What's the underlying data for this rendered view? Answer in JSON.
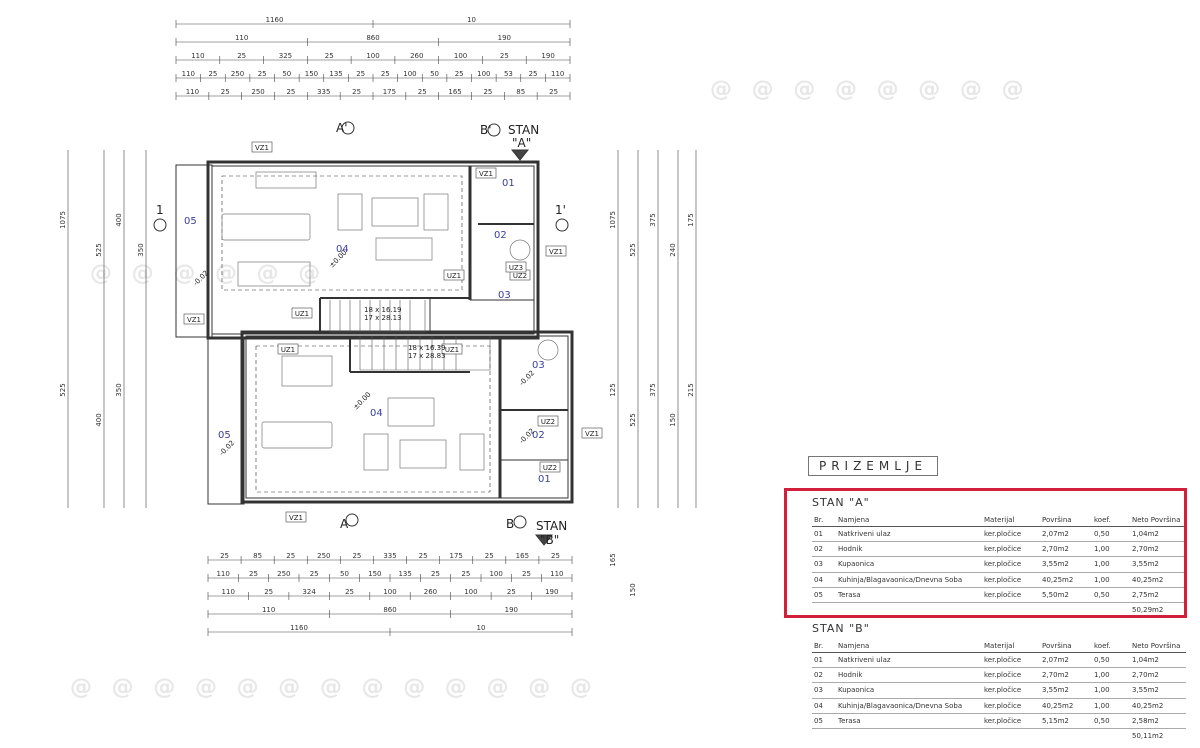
{
  "plan": {
    "top_dims": {
      "row1": [
        "1160",
        "10"
      ],
      "row2": [
        "110",
        "860",
        "190"
      ],
      "row3": [
        "110",
        "25",
        "325",
        "25",
        "100",
        "260",
        "100",
        "25",
        "190"
      ],
      "row4": [
        "110",
        "25",
        "250",
        "25",
        "50",
        "150",
        "135",
        "25",
        "25",
        "100",
        "50",
        "25",
        "100",
        "53",
        "25",
        "110"
      ],
      "row5": [
        "110",
        "25",
        "250",
        "25",
        "335",
        "25",
        "175",
        "25",
        "165",
        "25",
        "85",
        "25"
      ]
    },
    "bottom_dims": {
      "row1": [
        "25",
        "85",
        "25",
        "250",
        "25",
        "335",
        "25",
        "175",
        "25",
        "165",
        "25"
      ],
      "row2": [
        "110",
        "25",
        "250",
        "25",
        "50",
        "150",
        "135",
        "25",
        "25",
        "100",
        "25",
        "110"
      ],
      "row3": [
        "110",
        "25",
        "324",
        "25",
        "100",
        "260",
        "100",
        "25",
        "190"
      ],
      "row4": [
        "110",
        "860",
        "190"
      ],
      "row5": [
        "1160",
        "10"
      ]
    },
    "left_dims": [
      "1075",
      "525",
      "400",
      "350",
      "525",
      "400",
      "350"
    ],
    "right_dims": [
      "1075",
      "525",
      "375",
      "240",
      "175",
      "125",
      "525",
      "375",
      "150",
      "215",
      "165",
      "150"
    ],
    "section_marks": {
      "a_top": "A'",
      "b_top": "B'",
      "a_bot": "A",
      "b_bot": "B",
      "one_left": "1",
      "one_right": "1'"
    },
    "stan_a_label": "STAN",
    "stan_a_sub": "\"A\"",
    "stan_b_label": "STAN",
    "stan_b_sub": "\"B\"",
    "rooms_a": [
      "05",
      "04",
      "01",
      "02",
      "03"
    ],
    "rooms_b": [
      "05",
      "04",
      "03",
      "02",
      "01"
    ],
    "tags": [
      "VZ1",
      "VZ1",
      "VZ1",
      "VZ1",
      "VZ1",
      "VZ1",
      "UZ1",
      "UZ1",
      "UZ1",
      "UZ1",
      "UZ2",
      "UZ2",
      "UZ2",
      "UZ3"
    ],
    "stairs_a": [
      "18 x 16.19",
      "17 x 28.13"
    ],
    "stairs_b": [
      "18 x 16.39",
      "17 x 28.83"
    ],
    "levels": [
      "±0.00",
      "±0.00",
      "-0.02",
      "-0.02",
      "-0.02",
      "-0.02"
    ]
  },
  "prizemlje": "PRIZEMLJE",
  "headers": [
    "Br.",
    "Namjena",
    "Materijal",
    "Površina",
    "koef.",
    "Neto Površina"
  ],
  "stan_a": {
    "title": "STAN \"A\"",
    "rows": [
      [
        "01",
        "Natkriveni ulaz",
        "ker.pločice",
        "2,07m2",
        "0,50",
        "1,04m2"
      ],
      [
        "02",
        "Hodnik",
        "ker.pločice",
        "2,70m2",
        "1,00",
        "2,70m2"
      ],
      [
        "03",
        "Kupaonica",
        "ker.pločice",
        "3,55m2",
        "1,00",
        "3,55m2"
      ],
      [
        "04",
        "Kuhinja/Blagavaonica/Dnevna Soba",
        "ker.pločice",
        "40,25m2",
        "1,00",
        "40,25m2"
      ],
      [
        "05",
        "Terasa",
        "ker.pločice",
        "5,50m2",
        "0,50",
        "2,75m2"
      ]
    ],
    "total": "50,29m2"
  },
  "stan_b": {
    "title": "STAN \"B\"",
    "rows": [
      [
        "01",
        "Natkriveni ulaz",
        "ker.pločice",
        "2,07m2",
        "0,50",
        "1,04m2"
      ],
      [
        "02",
        "Hodnik",
        "ker.pločice",
        "2,70m2",
        "1,00",
        "2,70m2"
      ],
      [
        "03",
        "Kupaonica",
        "ker.pločice",
        "3,55m2",
        "1,00",
        "3,55m2"
      ],
      [
        "04",
        "Kuhinja/Blagavaonica/Dnevna Soba",
        "ker.pločice",
        "40,25m2",
        "1,00",
        "40,25m2"
      ],
      [
        "05",
        "Terasa",
        "ker.pločice",
        "5,15m2",
        "0,50",
        "2,58m2"
      ]
    ],
    "total": "50,11m2"
  },
  "colors": {
    "highlight": "#d3203a",
    "room_numbers": "#3a3f9a",
    "lines": "#333333"
  }
}
